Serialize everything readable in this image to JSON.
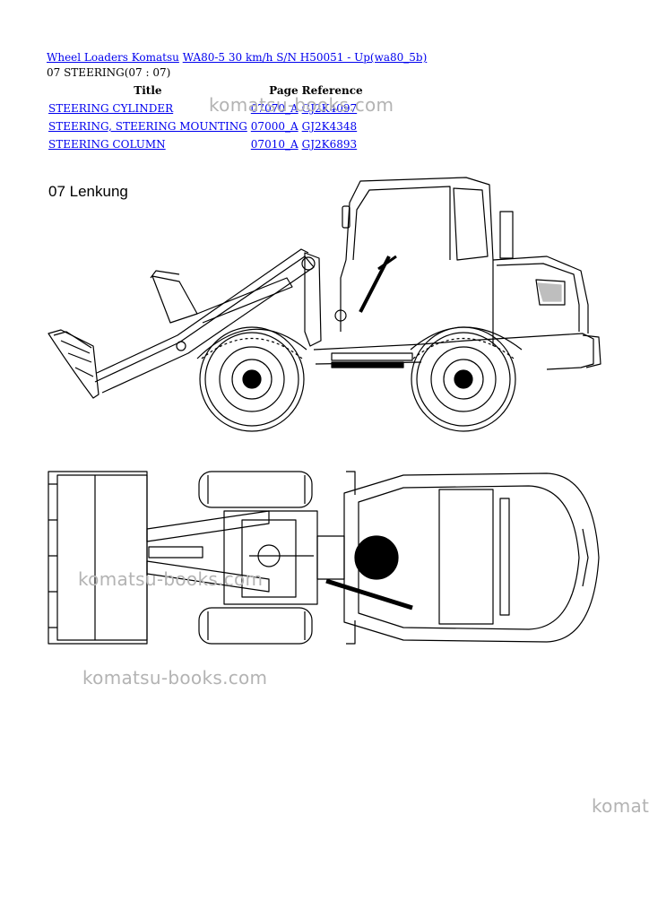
{
  "breadcrumb": {
    "link1": "Wheel Loaders Komatsu",
    "link2": "WA80-5 30 km/h S/N H50051 - Up(wa80_5b)"
  },
  "section_title": "07 STEERING(07 : 07)",
  "table": {
    "headers": {
      "title": "Title",
      "page": "Page",
      "reference": "Reference"
    },
    "rows": [
      {
        "title": "STEERING CYLINDER",
        "page": "07070_A",
        "reference": "GJ2K4097"
      },
      {
        "title": "STEERING, STEERING MOUNTING",
        "page": "07000_A",
        "reference": "GJ2K4348"
      },
      {
        "title": "STEERING COLUMN",
        "page": "07010_A",
        "reference": "GJ2K6893"
      }
    ]
  },
  "drawing": {
    "caption": "07 Lenkung"
  },
  "watermarks": [
    "komatsu-books.com",
    "komatsu-books.com",
    "komatsu-books.com",
    "komat"
  ]
}
